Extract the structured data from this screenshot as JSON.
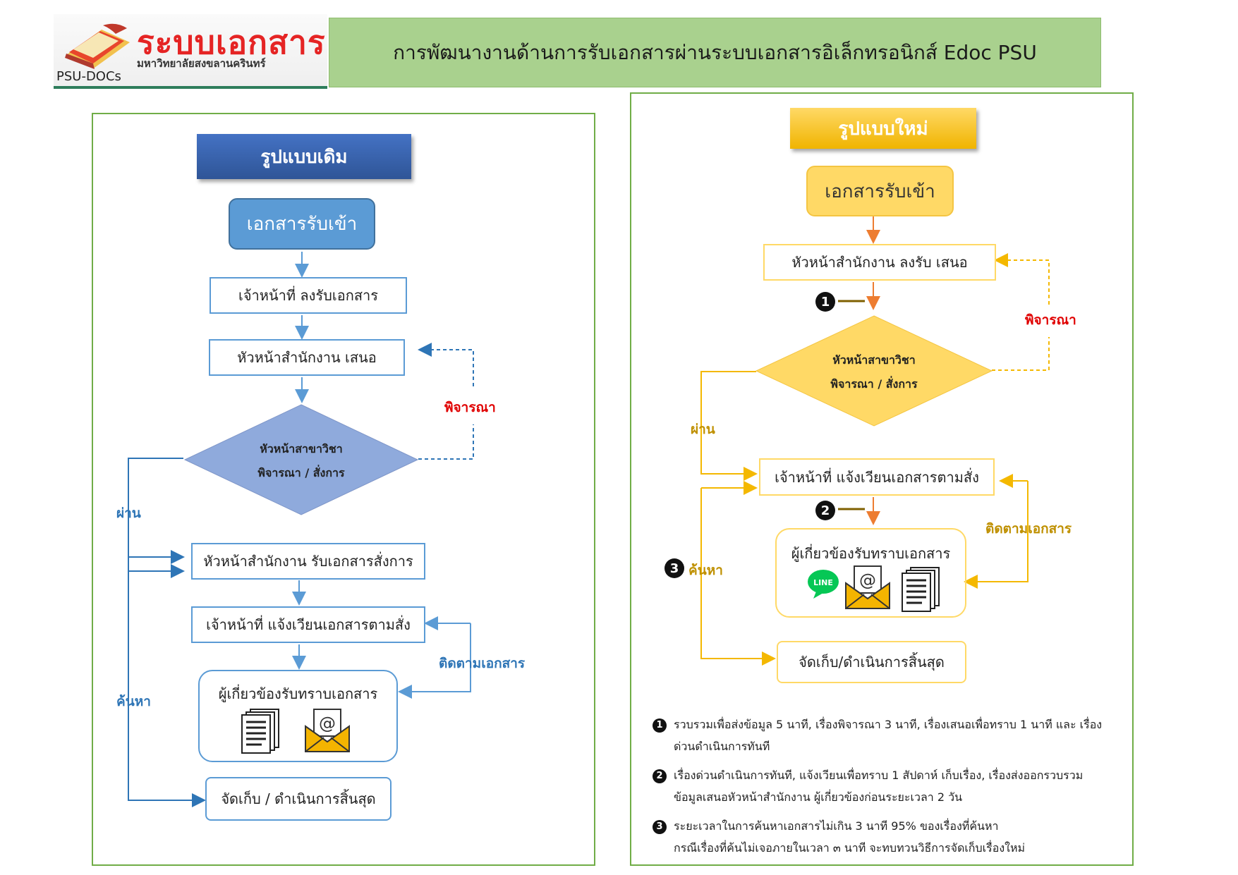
{
  "header": {
    "logo_title": "ระบบเอกสาร",
    "logo_subtitle": "มหาวิทยาลัยสงขลานครินทร์",
    "logo_code": "PSU-DOCs",
    "title": "การพัฒนางานด้านการรับเอกสารผ่านระบบเอกสารอิเล็กทรอนิกส์ Edoc PSU"
  },
  "old_flow": {
    "heading": "รูปแบบเดิม",
    "start": "เอกสารรับเข้า",
    "step1": "เจ้าหน้าที่ ลงรับเอกสาร",
    "step2": "หัวหน้าสำนักงาน เสนอ",
    "decision_line1": "หัวหน้าสาขาวิชา",
    "decision_line2": "พิจารณา / สั่งการ",
    "consider_label": "พิจารณา",
    "pass_label": "ผ่าน",
    "step3": "หัวหน้าสำนักงาน รับเอกสารสั่งการ",
    "step4": "เจ้าหน้าที่ แจ้งเวียนเอกสารตามสั่ง",
    "track_label": "ติดตามเอกสาร",
    "step5": "ผู้เกี่ยวข้องรับทราบเอกสาร",
    "search_label": "ค้นหา",
    "end": "จัดเก็บ / ดำเนินการสิ้นสุด"
  },
  "new_flow": {
    "heading": "รูปแบบใหม่",
    "start": "เอกสารรับเข้า",
    "step1": "หัวหน้าสำนักงาน ลงรับ เสนอ",
    "decision_line1": "หัวหน้าสาขาวิชา",
    "decision_line2": "พิจารณา / สั่งการ",
    "consider_label": "พิจารณา",
    "pass_label": "ผ่าน",
    "step2": "เจ้าหน้าที่ แจ้งเวียนเอกสารตามสั่ง",
    "track_label": "ติดตามเอกสาร",
    "step3": "ผู้เกี่ยวข้องรับทราบเอกสาร",
    "line_icon_text": "LINE",
    "search_label": "ค้นหา",
    "end": "จัดเก็บ/ดำเนินการสิ้นสุด",
    "marker1": "1",
    "marker2": "2",
    "marker3": "3"
  },
  "notes": [
    {
      "num": "1",
      "line1": "รวบรวมเพื่อส่งข้อมูล 5 นาที, เรื่องพิจารณา 3 นาที, เรื่องเสนอเพื่อทราบ 1 นาที และ เรื่อง",
      "line2": "ด่วนดำเนินการทันที"
    },
    {
      "num": "2",
      "line1": "เรื่องด่วนดำเนินการทันที, แจ้งเวียนเพื่อทราบ 1 สัปดาห์ เก็บเรื่อง, เรื่องส่งออกรวบรวม",
      "line2": "ข้อมูลเสนอหัวหน้าสำนักงาน ผู้เกี่ยวข้องก่อนระยะเวลา 2 วัน"
    },
    {
      "num": "3",
      "line1": "ระยะเวลาในการค้นหาเอกสารไม่เกิน 3 นาที 95% ของเรื่องที่ค้นหา",
      "line2": "กรณีเรื่องที่ค้นไม่เจอภายในเวลา ๓ นาที จะทบทวนวิธีการจัดเก็บเรื่องใหม่"
    }
  ],
  "colors": {
    "title_bar": "#a9d18e",
    "panel_border": "#70ad47",
    "old_heading": "#2f5597",
    "old_start": "#5b9bd5",
    "old_diamond": "#8faadc",
    "new_heading": "#f0b400",
    "new_start": "#ffd966",
    "consider_red": "#e00000",
    "old_label_blue": "#2e75b6",
    "new_label_gold": "#bf9000",
    "arrow_orange": "#ed7d31"
  },
  "icons": [
    "logo-books-icon",
    "document-stack-icon",
    "email-envelope-icon",
    "line-app-icon"
  ]
}
